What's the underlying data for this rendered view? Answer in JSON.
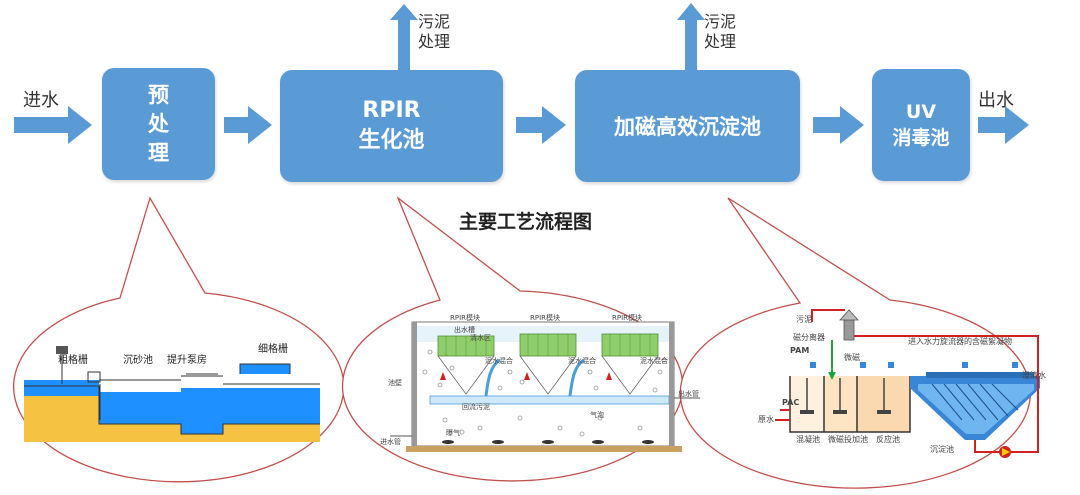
{
  "title": "主要工艺流程图",
  "inlet_label": "进水",
  "outlet_label": "出水",
  "sludge_labels": [
    {
      "line1": "污泥",
      "line2": "处理"
    },
    {
      "line1": "污泥",
      "line2": "处理"
    }
  ],
  "boxes": {
    "pretreat": [
      "预",
      "处",
      "理"
    ],
    "rpir": [
      "RPIR",
      "生化池"
    ],
    "magnetic": [
      "加磁高效沉淀池"
    ],
    "uv": [
      "UV",
      "消毒池"
    ]
  },
  "detail_pretreat": {
    "labels": [
      "粗格栅",
      "沉砂池",
      "提升泵房",
      "细格栅"
    ]
  },
  "detail_rpir": {
    "labels": [
      "RPIR模块",
      "RPIR模块",
      "RPIR模块",
      "出水槽",
      "清水区",
      "泥水混合",
      "泥水混合",
      "泥水混合",
      "回流污泥",
      "气泡",
      "曝气",
      "池壁",
      "出水管",
      "进水管"
    ]
  },
  "detail_magnetic": {
    "labels": [
      "污泥",
      "磁分离器",
      "PAM",
      "微磁",
      "PAC",
      "原水",
      "进入水力旋流器的含磁絮凝物",
      "澄清水",
      "混凝池",
      "微磁投加池",
      "反应池",
      "沉淀池"
    ]
  },
  "colors": {
    "box_fill": "#5b9bd5",
    "arrow": "#5b9bd5",
    "callout_border": "#c0504d"
  }
}
